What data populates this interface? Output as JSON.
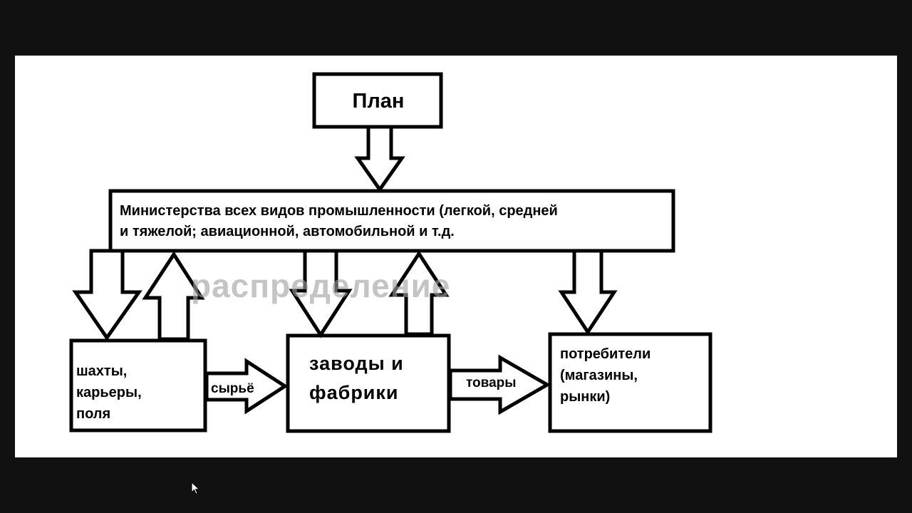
{
  "diagram": {
    "plan": "План",
    "ministry_line1": "Министерства всех видов промышленности (легкой, средней",
    "ministry_line2": "и тяжелой; авиационной, автомобильной и т.д.",
    "mines_line1": "шахты,",
    "mines_line2": "карьеры,",
    "mines_line3": "поля",
    "factories_line1": "заводы и",
    "factories_line2": "фабрики",
    "consumers_line1": "потребители",
    "consumers_line2": "(магазины,",
    "consumers_line3": "рынки)",
    "raw_materials": "сырьё",
    "goods": "товары",
    "watermark": "распределение"
  },
  "colors": {
    "frame_background": "#111111",
    "canvas": "#ffffff",
    "stroke": "#000000",
    "watermark": "#a0a0a0"
  }
}
